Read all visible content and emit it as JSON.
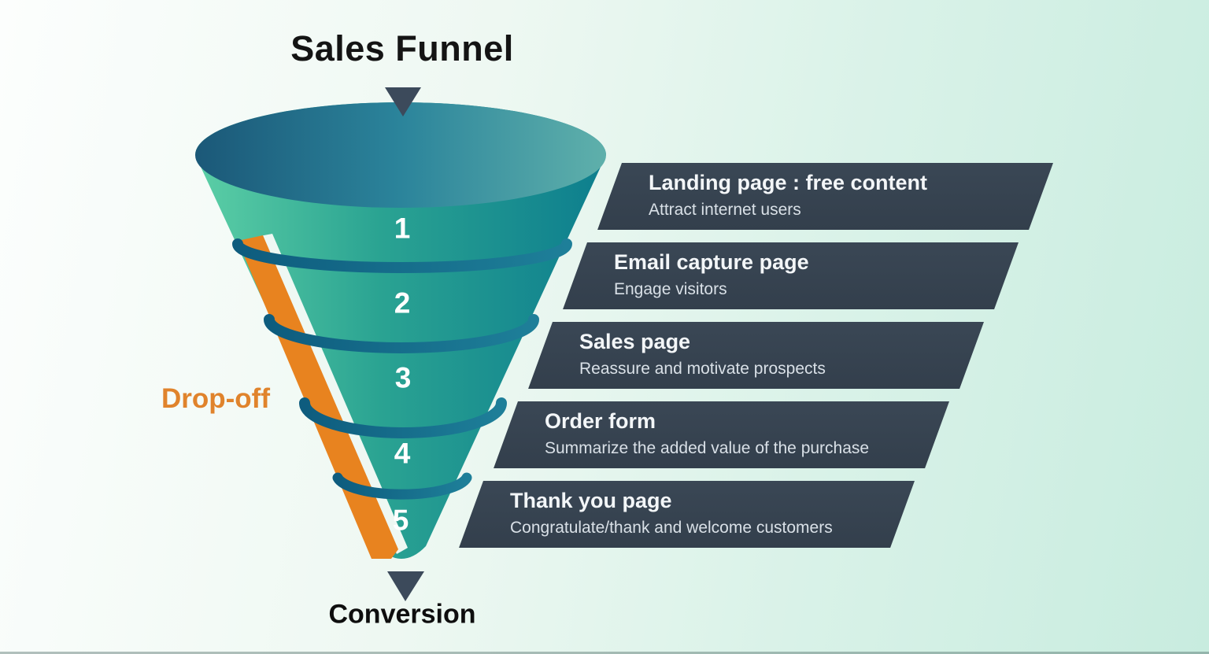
{
  "title": "Sales Funnel",
  "funnel": {
    "drop_off_label": "Drop-off",
    "conversion_label": "Conversion",
    "stages": [
      {
        "number": "1",
        "title": "Landing page : free content",
        "subtitle": "Attract internet users"
      },
      {
        "number": "2",
        "title": "Email capture page",
        "subtitle": "Engage visitors"
      },
      {
        "number": "3",
        "title": "Sales page",
        "subtitle": "Reassure and motivate prospects"
      },
      {
        "number": "4",
        "title": "Order form",
        "subtitle": "Summarize the added value of the purchase"
      },
      {
        "number": "5",
        "title": "Thank you page",
        "subtitle": "Congratulate/thank and welcome customers"
      }
    ]
  },
  "icons": {
    "funnel_input_arrow": "triangle-down",
    "conversion_arrow": "triangle-down"
  },
  "colors": {
    "background_left": "#fbfdfc",
    "background_right": "#c8ecdf",
    "card_slate": "#36424f",
    "card_title_text": "#f3f6f8",
    "card_subtitle_text": "#d9e0e7",
    "funnel_teal_light": "#57cba4",
    "funnel_teal_dark": "#0d7e8e",
    "rim_dark": "#1b5878",
    "ring_teal": "#12637f",
    "drop_off_orange": "#e8831f",
    "stripe_gap": "#eef8f3",
    "arrow_slate": "#3c4a5b",
    "heading_text": "#141414"
  }
}
